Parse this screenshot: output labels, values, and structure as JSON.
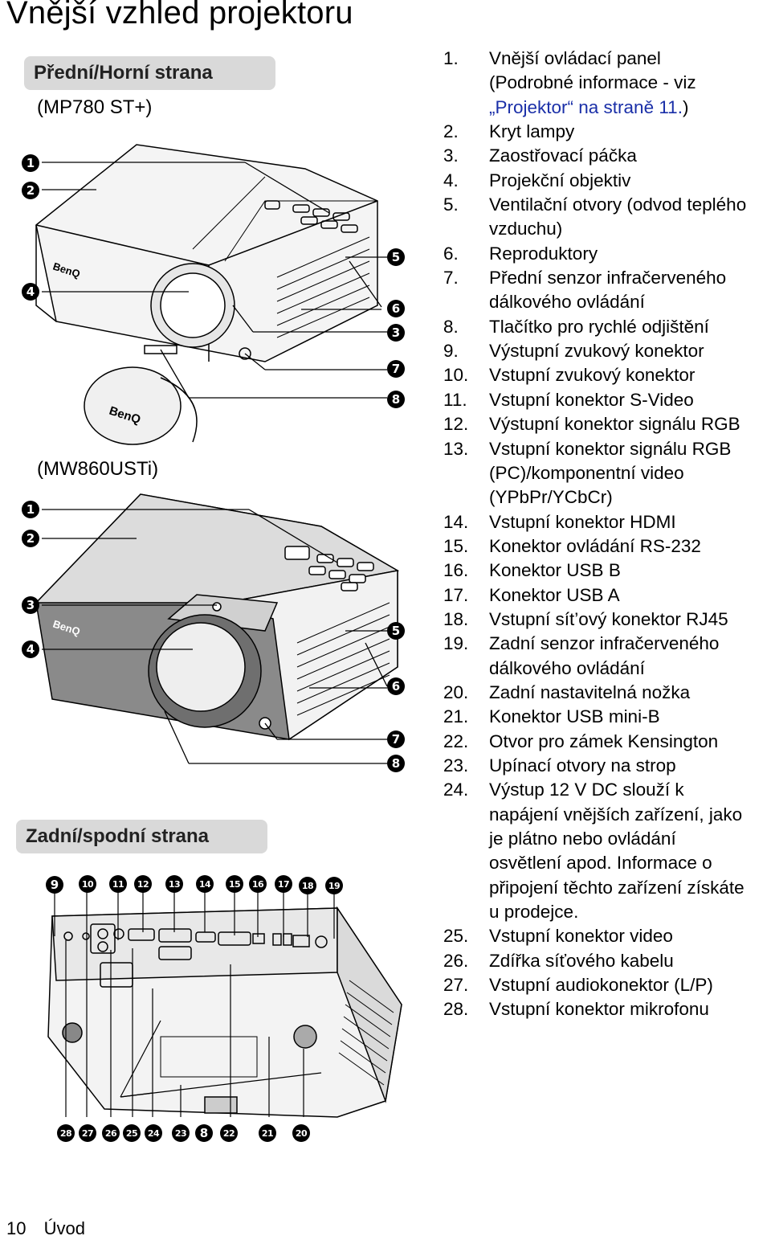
{
  "page_title": "Vnější vzhled projektoru",
  "sections": {
    "front": "Přední/Horní strana",
    "rear": "Zadní/spodní strana"
  },
  "models": {
    "first": "(MP780 ST+)",
    "second": "(MW860USTi)"
  },
  "logo_text": "BenQ",
  "callouts": {
    "fig1_left": [
      "1",
      "2",
      "4"
    ],
    "fig1_right": [
      "5",
      "6",
      "3",
      "7",
      "8"
    ],
    "fig2_left": [
      "1",
      "2",
      "3",
      "4"
    ],
    "fig2_right": [
      "5",
      "6",
      "7",
      "8"
    ],
    "rear_top": [
      "9",
      "10",
      "11",
      "12",
      "13",
      "14",
      "15",
      "16",
      "17",
      "18",
      "19"
    ],
    "rear_bottom": [
      "28",
      "27",
      "26",
      "25",
      "24",
      "23",
      "8",
      "22",
      "21",
      "20"
    ]
  },
  "parts": [
    {
      "num": "1.",
      "lines": [
        "Vnější ovládací panel",
        "(Podrobné informace - viz"
      ],
      "link": "„Projektor“ na straně 11.",
      "link_suffix": ")"
    },
    {
      "num": "2.",
      "lines": [
        "Kryt lampy"
      ]
    },
    {
      "num": "3.",
      "lines": [
        "Zaostřovací páčka"
      ]
    },
    {
      "num": "4.",
      "lines": [
        "Projekční objektiv"
      ]
    },
    {
      "num": "5.",
      "lines": [
        "Ventilační otvory (odvod teplého",
        "vzduchu)"
      ]
    },
    {
      "num": "6.",
      "lines": [
        "Reproduktory"
      ]
    },
    {
      "num": "7.",
      "lines": [
        "Přední senzor infračerveného",
        "dálkového ovládání"
      ]
    },
    {
      "num": "8.",
      "lines": [
        "Tlačítko pro rychlé odjištění"
      ]
    },
    {
      "num": "9.",
      "lines": [
        "Výstupní zvukový konektor"
      ]
    },
    {
      "num": "10.",
      "lines": [
        "Vstupní zvukový konektor"
      ]
    },
    {
      "num": "11.",
      "lines": [
        "Vstupní konektor S-Video"
      ]
    },
    {
      "num": "12.",
      "lines": [
        "Výstupní konektor signálu RGB"
      ]
    },
    {
      "num": "13.",
      "lines": [
        "Vstupní konektor signálu RGB",
        "(PC)/komponentní video",
        "(YPbPr/YCbCr)"
      ]
    },
    {
      "num": "14.",
      "lines": [
        "Vstupní konektor HDMI"
      ]
    },
    {
      "num": "15.",
      "lines": [
        "Konektor ovládání RS-232"
      ]
    },
    {
      "num": "16.",
      "lines": [
        "Konektor USB B"
      ]
    },
    {
      "num": "17.",
      "lines": [
        "Konektor USB A"
      ]
    },
    {
      "num": "18.",
      "lines": [
        "Vstupní sít’ový konektor RJ45"
      ]
    },
    {
      "num": "19.",
      "lines": [
        "Zadní senzor infračerveného",
        "dálkového ovládání"
      ]
    },
    {
      "num": "20.",
      "lines": [
        "Zadní nastavitelná nožka"
      ]
    },
    {
      "num": "21.",
      "lines": [
        "Konektor USB mini-B"
      ]
    },
    {
      "num": "22.",
      "lines": [
        "Otvor pro zámek Kensington"
      ]
    },
    {
      "num": "23.",
      "lines": [
        "Upínací otvory na strop"
      ]
    },
    {
      "num": "24.",
      "lines": [
        "Výstup 12 V DC slouží k",
        "napájení vnějších zařízení, jako",
        "je plátno nebo ovládání",
        "osvětlení apod. Informace o",
        "připojení těchto zařízení získáte",
        "u prodejce."
      ]
    },
    {
      "num": "25.",
      "lines": [
        "Vstupní konektor video"
      ]
    },
    {
      "num": "26.",
      "lines": [
        "Zdířka síťového kabelu"
      ]
    },
    {
      "num": "27.",
      "lines": [
        "Vstupní audiokonektor (L/P)"
      ]
    },
    {
      "num": "28.",
      "lines": [
        "Vstupní konektor mikrofonu"
      ]
    }
  ],
  "footer": {
    "page_number": "10",
    "chapter": "Úvod"
  }
}
